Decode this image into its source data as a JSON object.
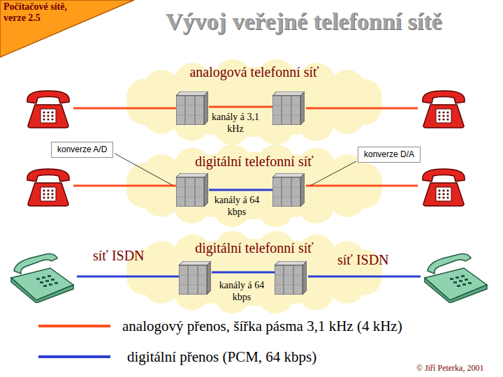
{
  "diagram": {
    "title": "Vývoj veřejné telefonní sítě",
    "nodes": [
      {
        "text": [
          "Počítačové sítě, verze 2.5"
        ]
      },
      {
        "text": [
          "analogová telefonní síť",
          "kanály á 3,1 kHz"
        ]
      },
      {
        "text": [
          "konverze A/D"
        ]
      },
      {
        "text": [
          "digitální telefonní síť",
          "kanály á 64 kbps"
        ]
      },
      {
        "text": [
          "konverze D/A"
        ]
      },
      {
        "text": [
          "digitální telefonní síť",
          "kanály á 64 kbps"
        ]
      }
    ],
    "labels": [
      "síť ISDN",
      "síť ISDN",
      "© Jiří Peterka, 2001"
    ],
    "legend": [
      {
        "text": "analogový přenos, šířka pásma 3,1 kHz (4 kHz)"
      },
      {
        "text": "digitální přenos (PCM, 64 kbps)"
      }
    ]
  }
}
